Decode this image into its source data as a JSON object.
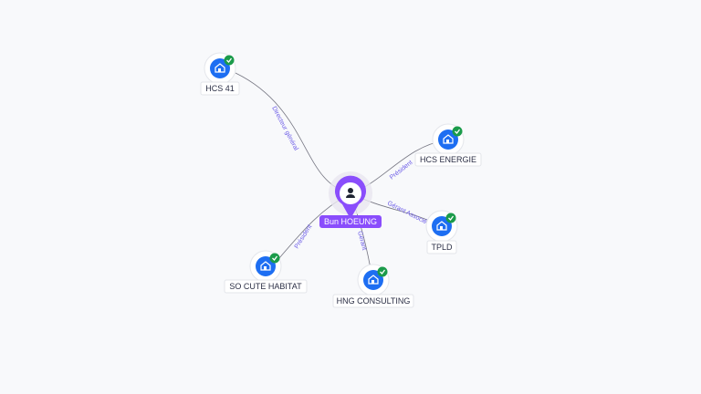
{
  "colors": {
    "background": "#f8f9fb",
    "company_icon": "#1d6ef2",
    "check_badge": "#1b9b4a",
    "person_accent": "#8a4dfc",
    "edge_label": "#6c5ce7"
  },
  "center": {
    "name": "Bun HOEUNG",
    "icon": "person-icon"
  },
  "companies": [
    {
      "id": "hcs41",
      "name": "HCS 41",
      "icon": "building-icon",
      "verified": true,
      "role": "Directeur général"
    },
    {
      "id": "hcsenergie",
      "name": "HCS ENERGIE",
      "icon": "building-icon",
      "verified": true,
      "role": "Président"
    },
    {
      "id": "tpld",
      "name": "TPLD",
      "icon": "building-icon",
      "verified": true,
      "role": "Gérant Associé"
    },
    {
      "id": "hng",
      "name": "HNG CONSULTING",
      "icon": "building-icon",
      "verified": true,
      "role": "Gérant"
    },
    {
      "id": "socute",
      "name": "SO CUTE HABITAT",
      "icon": "building-icon",
      "verified": true,
      "role": "Président"
    }
  ]
}
